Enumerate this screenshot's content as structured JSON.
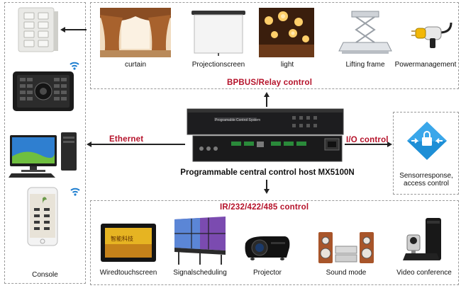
{
  "console": {
    "label": "Console"
  },
  "top_devices": [
    {
      "label": "curtain"
    },
    {
      "label": "Projectionscreen"
    },
    {
      "label": "light"
    },
    {
      "label": "Lifting frame"
    },
    {
      "label": "Powermanagement"
    }
  ],
  "top_bus": {
    "label": "BPBUS/Relay control"
  },
  "host": {
    "label": "Programmable central control host MX5100N",
    "panel_text": "Programable Control System"
  },
  "ethernet": {
    "label": "Ethernet"
  },
  "io": {
    "label": "I/O control",
    "device_label": "Sensorresponse, access control"
  },
  "bottom_bus": {
    "label": "IR/232/422/485 control"
  },
  "bottom_devices": [
    {
      "label": "Wiredtouchscreen",
      "screen_text": "智能科技"
    },
    {
      "label": "Signalscheduling"
    },
    {
      "label": "Projector"
    },
    {
      "label": "Sound mode"
    },
    {
      "label": "Video conference"
    }
  ],
  "colors": {
    "accent_red": "#b5122a",
    "sensor_blue": "#1e8fd6"
  }
}
